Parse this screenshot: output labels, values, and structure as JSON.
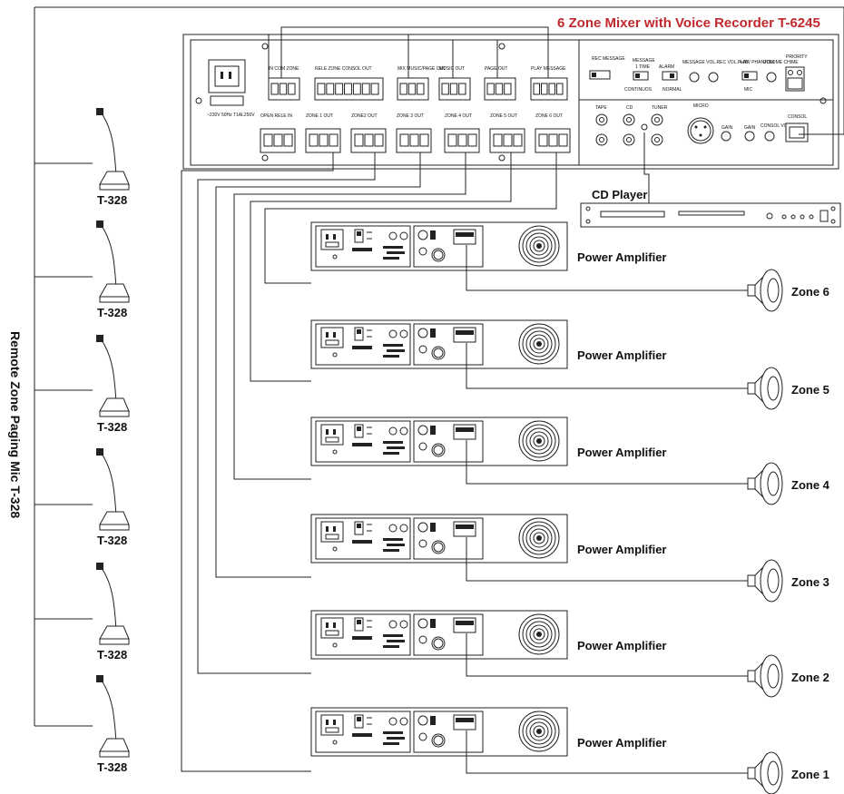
{
  "title": "6 Zone Mixer with Voice Recorder T-6245",
  "title_color": "#c0282d",
  "side_label": "Remote Zone Paging Mic  T-328",
  "mic_model": "T-328",
  "cd_player_label": "CD Player",
  "amp_label": "Power Amplifier",
  "zones": [
    "Zone 6",
    "Zone 5",
    "Zone 4",
    "Zone 3",
    "Zone 2",
    "Zone 1"
  ],
  "mixer": {
    "top_connectors": [
      "IN  COM  ZONE",
      "RELE ZONE CONSOL OUT",
      "MIX MUSIC/PAGE OUT",
      "MUSIC OUT",
      "PAGE OUT",
      "PLAY MESSAGE"
    ],
    "bottom_connectors": [
      "OPEN RELE IN",
      "ZONE 1 OUT",
      "ZONE2 OUT",
      "ZONE 3 OUT",
      "ZONE 4 OUT",
      "ZONE 5 OUT",
      "ZONE 6 OUT"
    ],
    "power_text": "~230V 50Hz T1AL250V",
    "inputs": [
      "TAPE",
      "CD",
      "TUNER",
      "MICRO",
      "GAIN",
      "CONSOL"
    ],
    "controls": [
      "REC MESSAGE",
      "MESSAGE",
      "ALARM",
      "MESSAGE VOL.REC VOL.PLAY",
      "PRIORITY",
      "+48V PHANTOM",
      "VOLUME CHIME",
      "MIC",
      "CONTINUOS",
      "NORMAL",
      "1 TIME",
      "GAIN",
      "CONSOL VOLUME"
    ]
  }
}
